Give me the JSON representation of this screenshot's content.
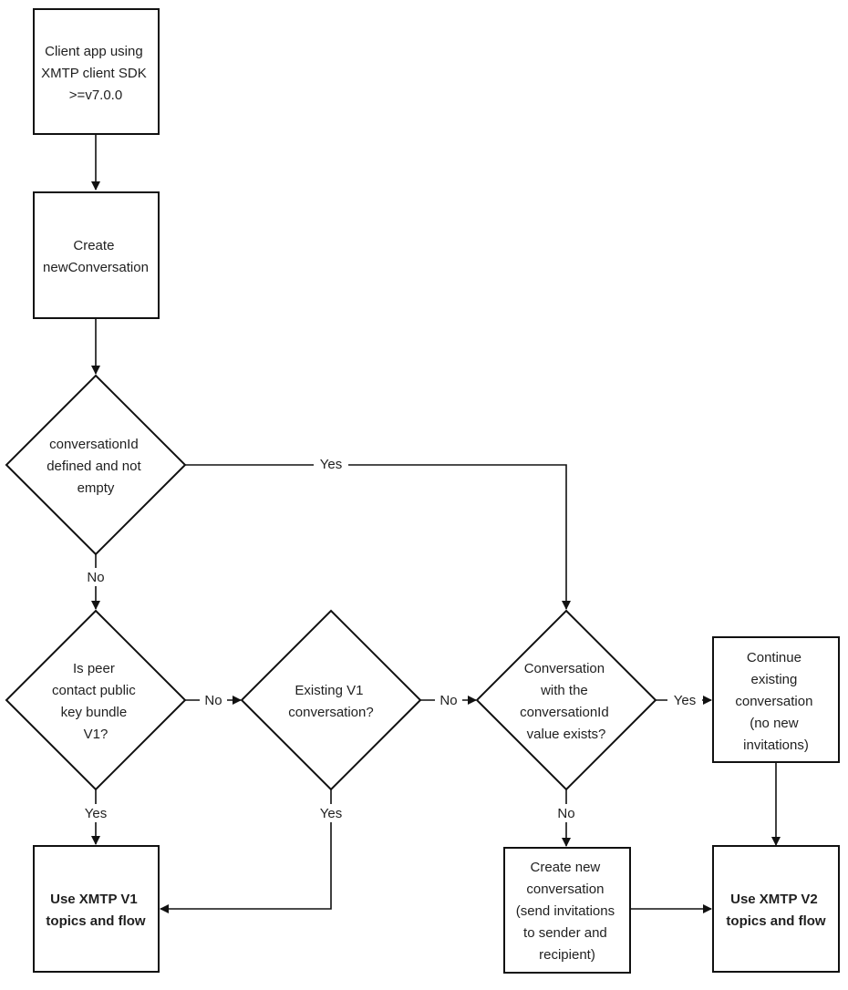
{
  "nodes": {
    "client_app": {
      "lines": [
        "Client app using",
        "XMTP client SDK",
        ">=v7.0.0"
      ]
    },
    "create_conversation": {
      "lines": [
        "Create",
        "newConversation"
      ]
    },
    "conversation_id_check": {
      "lines": [
        "conversationId",
        "defined and not",
        "empty"
      ]
    },
    "peer_bundle_check": {
      "lines": [
        "Is peer",
        "contact public",
        "key bundle",
        "V1?"
      ]
    },
    "existing_v1_check": {
      "lines": [
        "Existing V1",
        "conversation?"
      ]
    },
    "conversation_exists_check": {
      "lines": [
        "Conversation",
        "with the",
        "conversationId",
        "value exists?"
      ]
    },
    "continue_existing": {
      "lines": [
        "Continue",
        "existing",
        "conversation",
        "(no new",
        "invitations)"
      ]
    },
    "use_v1": {
      "lines": [
        "Use XMTP V1",
        "topics and flow"
      ]
    },
    "create_new": {
      "lines": [
        "Create new",
        "conversation",
        "(send invitations",
        "to sender and",
        "recipient)"
      ]
    },
    "use_v2": {
      "lines": [
        "Use XMTP V2",
        "topics and flow"
      ]
    }
  },
  "edge_labels": {
    "conv_id_yes": "Yes",
    "conv_id_no": "No",
    "peer_no": "No",
    "peer_yes": "Yes",
    "existing_v1_no": "No",
    "existing_v1_yes": "Yes",
    "conv_exists_yes": "Yes",
    "conv_exists_no": "No"
  }
}
